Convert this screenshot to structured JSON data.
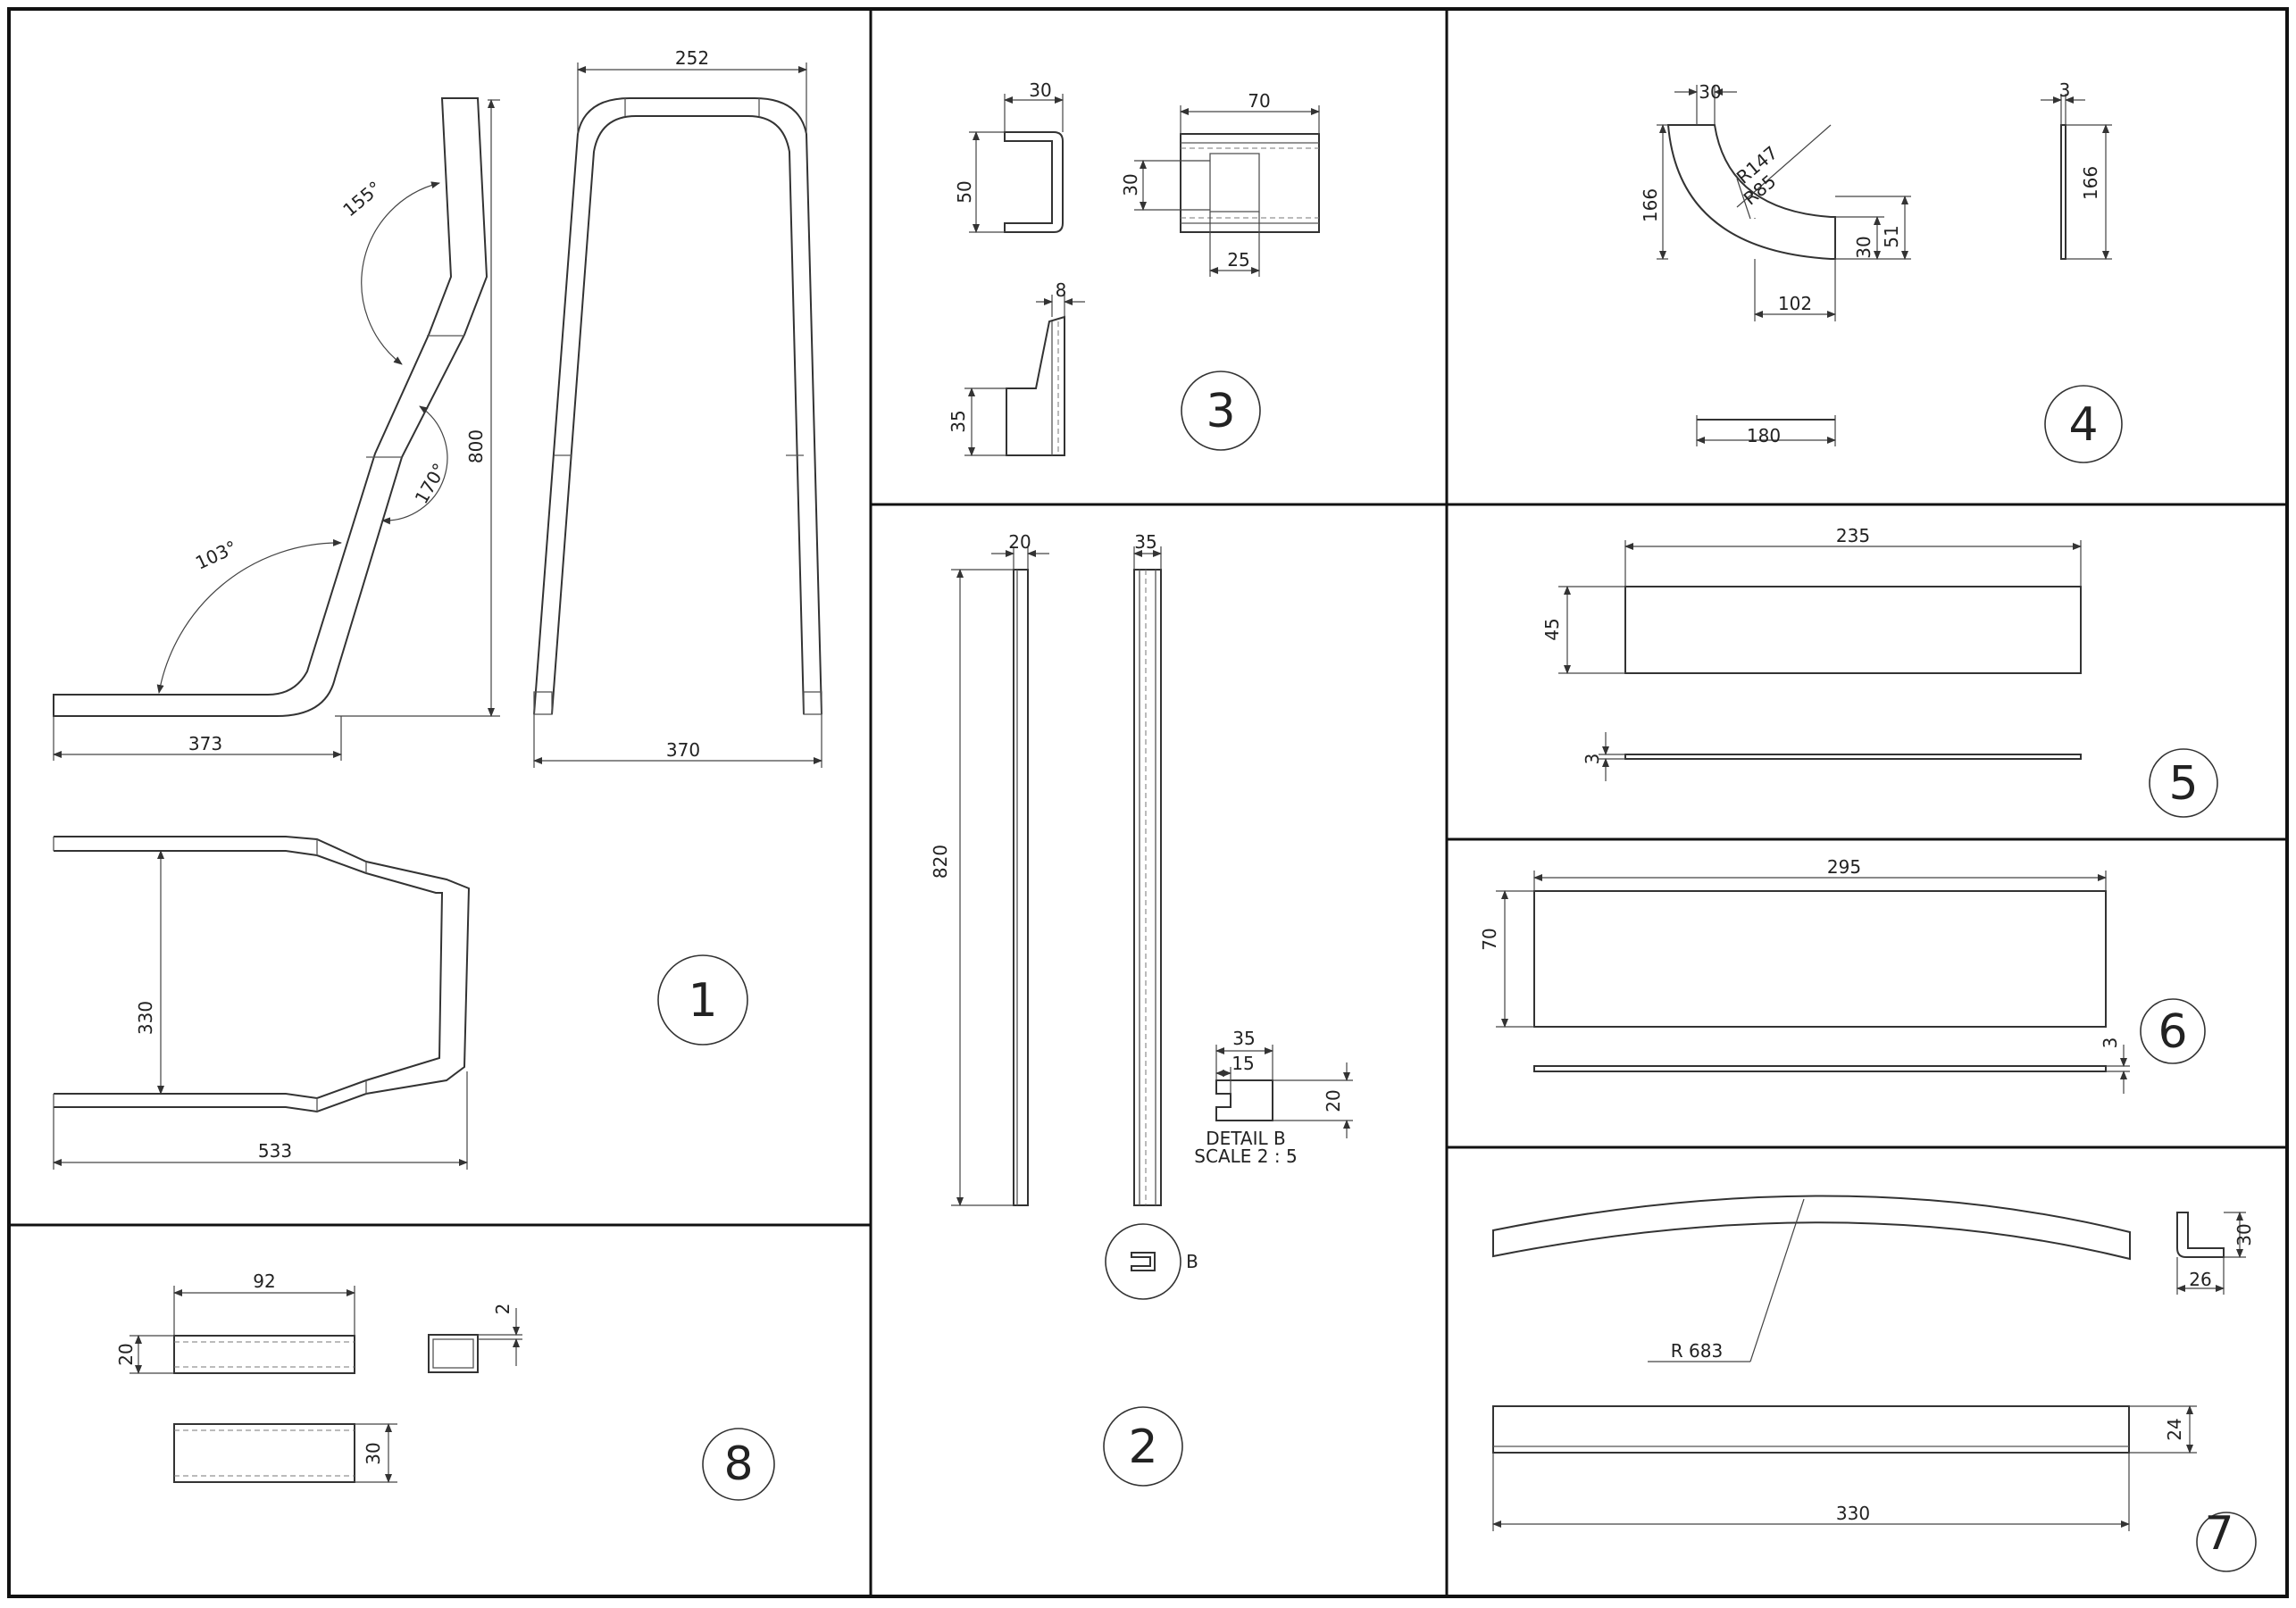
{
  "panels": {
    "p1": {
      "label": "1",
      "dims": {
        "h800": "800",
        "w373": "373",
        "w370": "370",
        "w252": "252",
        "w330": "330",
        "w533": "533"
      },
      "angles": {
        "a155": "155°",
        "a170": "170°",
        "a103": "103°"
      }
    },
    "p2": {
      "label": "2",
      "dims": {
        "h820": "820",
        "w20": "20",
        "w35": "35",
        "d35": "35",
        "d15": "15",
        "d20": "20"
      },
      "detail_title": "DETAIL B",
      "detail_scale": "SCALE 2 : 5",
      "detail_ref": "B"
    },
    "p3": {
      "label": "3",
      "dims": {
        "w30": "30",
        "h50": "50",
        "w70": "70",
        "h30": "30",
        "w25": "25",
        "w8": "8",
        "h35": "35"
      }
    },
    "p4": {
      "label": "4",
      "dims": {
        "w30": "30",
        "h166": "166",
        "r147": "R147",
        "r85": "R85",
        "h30": "30",
        "h51": "51",
        "w102": "102",
        "w180": "180",
        "t3": "3",
        "h166b": "166"
      }
    },
    "p5": {
      "label": "5",
      "dims": {
        "w235": "235",
        "h45": "45",
        "t3": "3"
      }
    },
    "p6": {
      "label": "6",
      "dims": {
        "w295": "295",
        "h70": "70",
        "t3": "3"
      }
    },
    "p7": {
      "label": "7",
      "dims": {
        "r683": "R 683",
        "h30": "30",
        "w26": "26",
        "h24": "24",
        "w330": "330"
      }
    },
    "p8": {
      "label": "8",
      "dims": {
        "w92": "92",
        "h20": "20",
        "t2": "2",
        "h30": "30"
      }
    }
  }
}
